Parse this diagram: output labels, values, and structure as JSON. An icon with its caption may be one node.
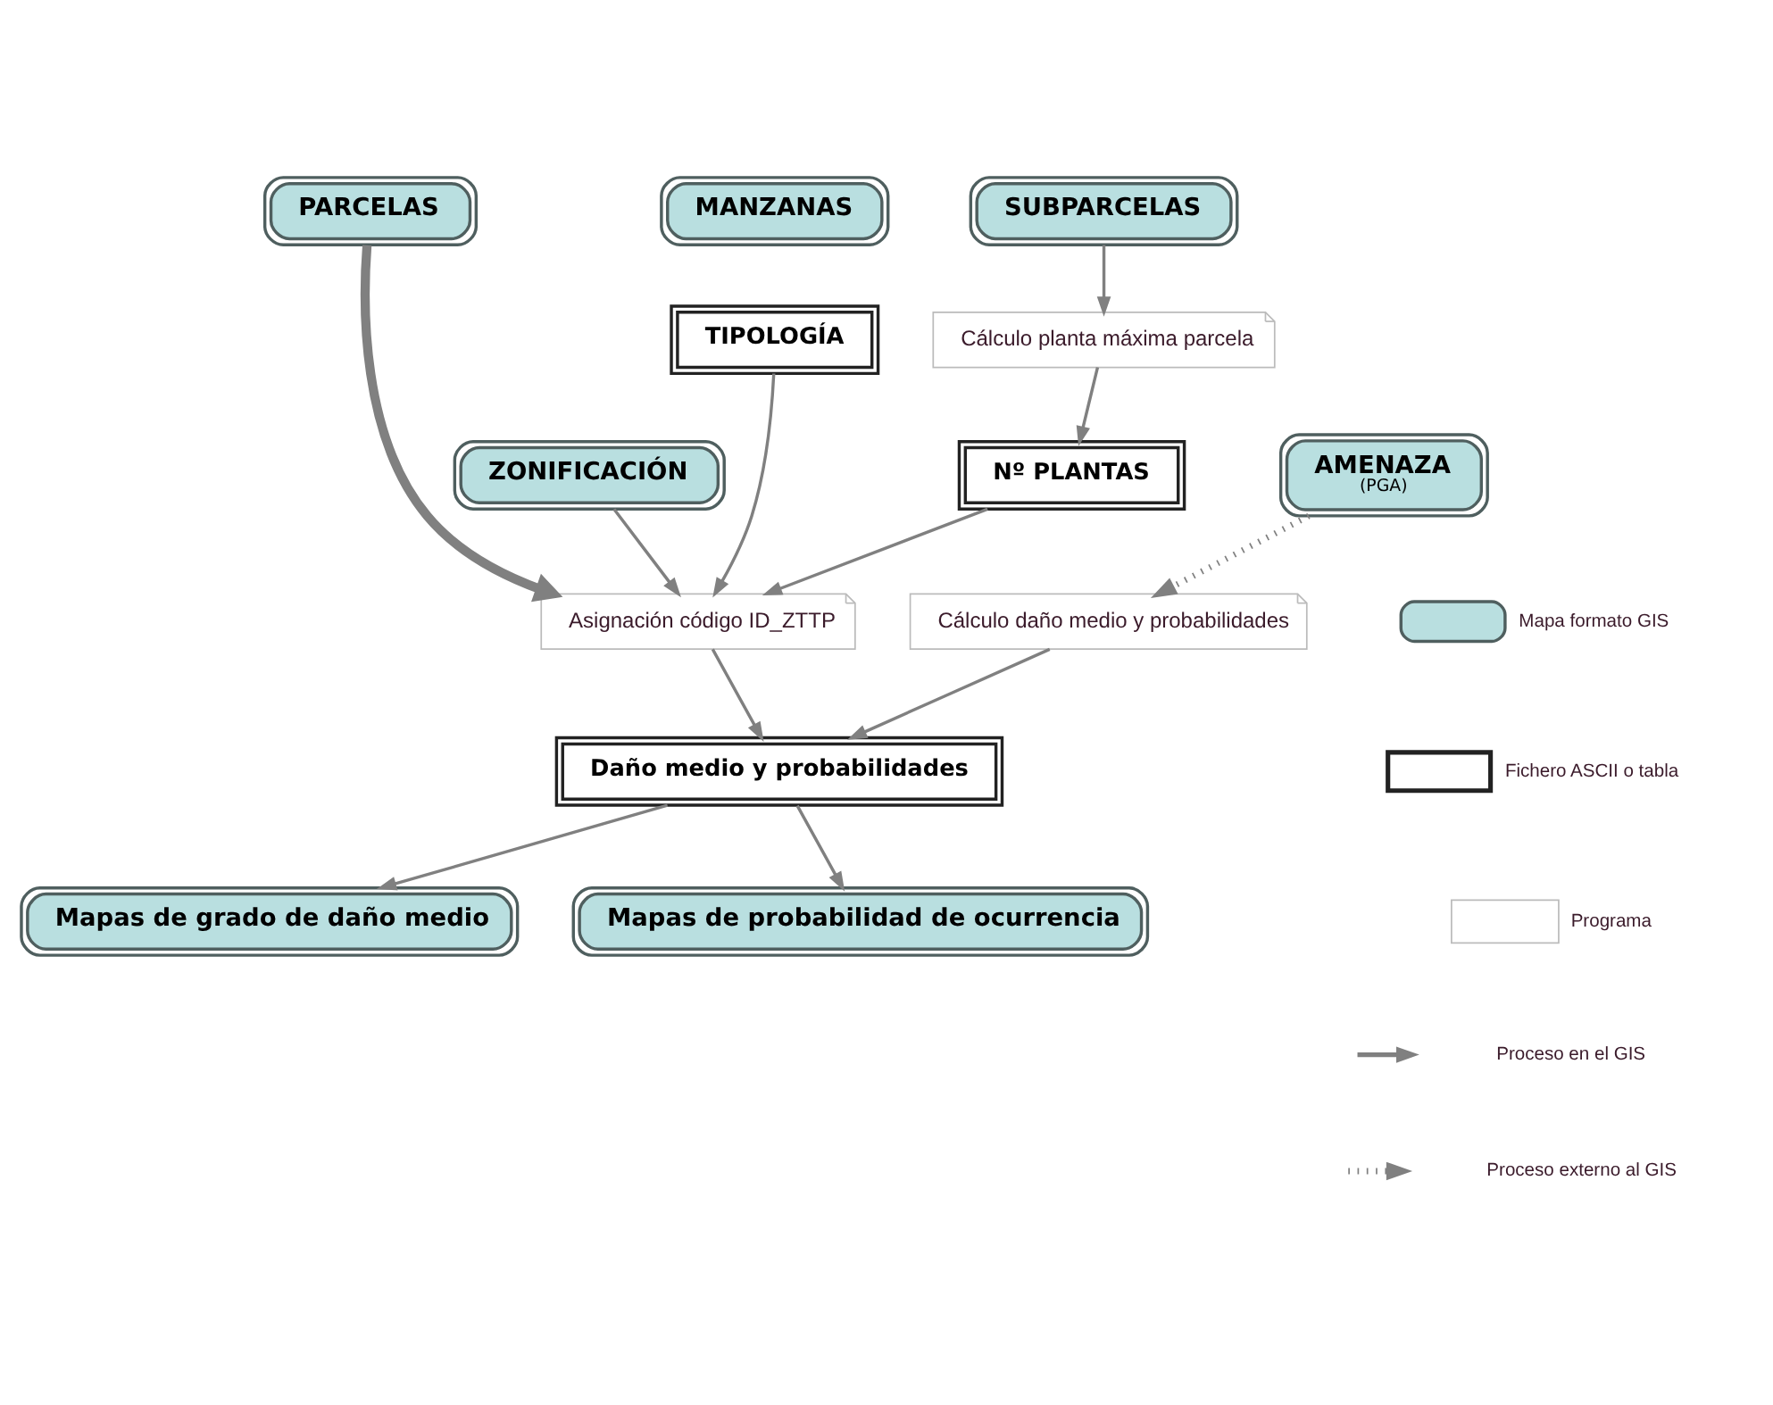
{
  "diagram": {
    "nodes": [
      {
        "text": [
          "PARCELAS"
        ]
      },
      {
        "text": [
          "MANZANAS"
        ]
      },
      {
        "text": [
          "SUBPARCELAS"
        ]
      },
      {
        "text": [
          "ZONIFICACIÓN"
        ]
      },
      {
        "text": [
          "TIPOLOGÍA"
        ]
      },
      {
        "text": [
          "Cálculo planta máxima parcela"
        ]
      },
      {
        "text": [
          "Nº PLANTAS"
        ]
      },
      {
        "text": [
          "AMENAZA",
          "(PGA)"
        ]
      },
      {
        "text": [
          "Asignación código ID_ZTTP"
        ]
      },
      {
        "text": [
          "Cálculo daño medio y probabilidades"
        ]
      },
      {
        "text": [
          "Daño medio y probabilidades"
        ]
      },
      {
        "text": [
          "Mapas de grado de daño medio"
        ]
      },
      {
        "text": [
          "Mapas de probabilidad de ocurrencia"
        ]
      }
    ],
    "edges": [
      {
        "from": 0,
        "to": 8,
        "arrow": "to",
        "style": "thick"
      },
      {
        "from": 3,
        "to": 8,
        "arrow": "to"
      },
      {
        "from": 4,
        "to": 8,
        "arrow": "to"
      },
      {
        "from": 2,
        "to": 5,
        "arrow": "to"
      },
      {
        "from": 5,
        "to": 6,
        "arrow": "to"
      },
      {
        "from": 6,
        "to": 8,
        "arrow": "to"
      },
      {
        "from": 7,
        "to": 9,
        "arrow": "to",
        "style": "dashed"
      },
      {
        "from": 8,
        "to": 10,
        "arrow": "to"
      },
      {
        "from": 9,
        "to": 10,
        "arrow": "to"
      },
      {
        "from": 10,
        "to": 11,
        "arrow": "to"
      },
      {
        "from": 10,
        "to": 12,
        "arrow": "to"
      }
    ],
    "legend": [
      {
        "text": "Mapa formato GIS"
      },
      {
        "text": "Fichero ASCII o tabla"
      },
      {
        "text": "Programa"
      },
      {
        "text": "Proceso en el GIS"
      },
      {
        "text": "Proceso externo al GIS"
      }
    ]
  }
}
